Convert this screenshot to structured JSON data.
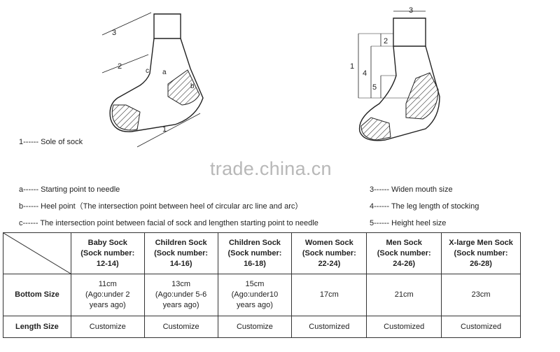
{
  "diagram_left": {
    "dimension_labels": [
      "3",
      "2",
      "c",
      "a",
      "b",
      "1"
    ]
  },
  "diagram_right": {
    "dimension_labels": [
      "3",
      "2",
      "1",
      "4",
      "5"
    ]
  },
  "legend_left": [
    "1------  Sole of sock",
    "a------  Starting point to needle",
    "b------  Heel point（The intersection point between heel of circular arc line and arc）",
    "c------  The intersection point between facial of sock and lengthen starting point to needle"
  ],
  "legend_right": [
    "3------  Widen mouth size",
    "4------  The leg length of stocking",
    "5------  Height heel size"
  ],
  "watermark": "trade.china.cn",
  "table": {
    "columns": [
      "Baby Sock\n(Sock number:\n12-14)",
      "Children Sock\n(Sock number:\n14-16)",
      "Children Sock\n(Sock number:\n16-18)",
      "Women Sock\n(Sock number:\n22-24)",
      "Men Sock\n(Sock number:\n24-26)",
      "X-large Men Sock\n(Sock number:\n26-28)"
    ],
    "rows": [
      {
        "label": "Bottom Size",
        "cells": [
          "11cm\n(Ago:under 2\nyears ago)",
          "13cm\n(Ago:under 5-6\nyears ago)",
          "15cm\n(Ago:under10\nyears ago)",
          "17cm",
          "21cm",
          "23cm"
        ]
      },
      {
        "label": "Length Size",
        "cells": [
          "Customize",
          "Customize",
          "Customize",
          "Customized",
          "Customized",
          "Customized"
        ]
      }
    ]
  }
}
